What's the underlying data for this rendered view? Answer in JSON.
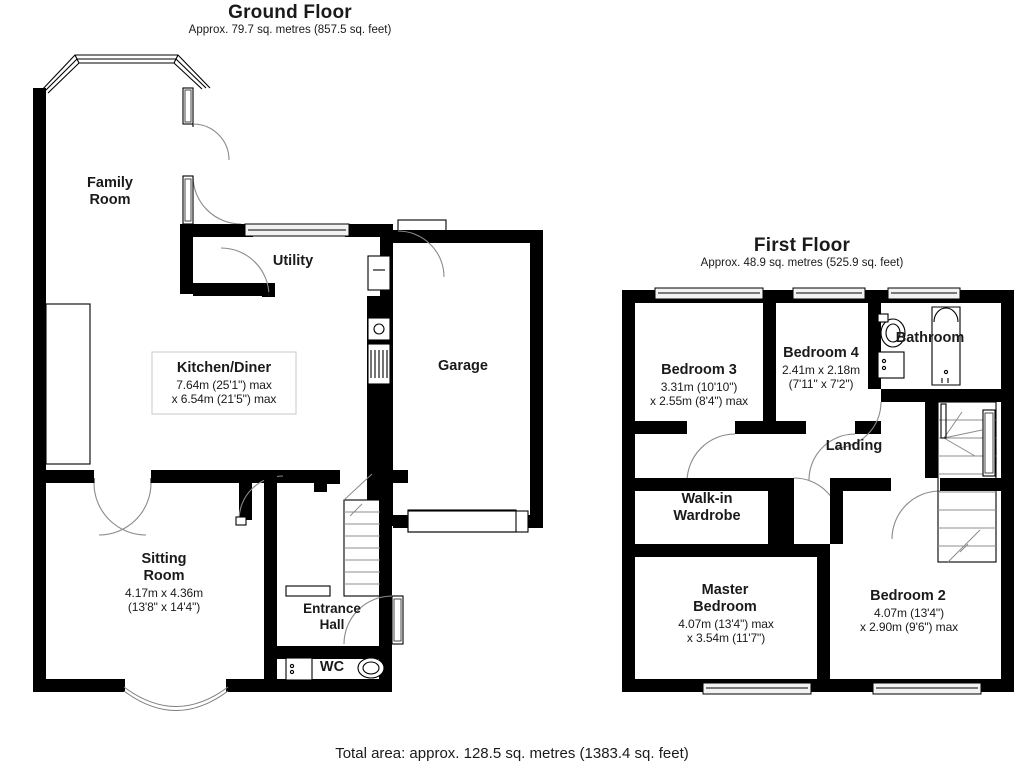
{
  "document": {
    "type": "floor-plan",
    "footer": "Total area: approx. 128.5 sq. metres (1383.4 sq. feet)"
  },
  "floors": [
    {
      "id": "ground",
      "title": "Ground Floor",
      "subtitle": "Approx. 79.7 sq. metres (857.5 sq. feet)",
      "rooms": [
        {
          "id": "family-room",
          "name": "Family\nRoom",
          "dims": ""
        },
        {
          "id": "utility",
          "name": "Utility",
          "dims": ""
        },
        {
          "id": "kitchen-diner",
          "name": "Kitchen/Diner",
          "dims": "7.64m (25'1\") max\nx 6.54m (21'5\") max"
        },
        {
          "id": "garage",
          "name": "Garage",
          "dims": ""
        },
        {
          "id": "sitting-room",
          "name": "Sitting\nRoom",
          "dims": "4.17m x 4.36m\n(13'8\" x 14'4\")"
        },
        {
          "id": "entrance-hall",
          "name": "Entrance\nHall",
          "dims": ""
        },
        {
          "id": "wc",
          "name": "WC",
          "dims": ""
        }
      ]
    },
    {
      "id": "first",
      "title": "First Floor",
      "subtitle": "Approx. 48.9 sq. metres (525.9 sq. feet)",
      "rooms": [
        {
          "id": "bedroom-3",
          "name": "Bedroom 3",
          "dims": "3.31m (10'10\")\nx 2.55m (8'4\") max"
        },
        {
          "id": "bedroom-4",
          "name": "Bedroom 4",
          "dims": "2.41m x 2.18m\n(7'11\" x 7'2\")"
        },
        {
          "id": "bathroom",
          "name": "Bathroom",
          "dims": ""
        },
        {
          "id": "landing",
          "name": "Landing",
          "dims": ""
        },
        {
          "id": "walk-in-wardrobe",
          "name": "Walk-in\nWardrobe",
          "dims": ""
        },
        {
          "id": "master-bedroom",
          "name": "Master\nBedroom",
          "dims": "4.07m (13'4\") max\nx 3.54m (11'7\")"
        },
        {
          "id": "bedroom-2",
          "name": "Bedroom 2",
          "dims": "4.07m (13'4\")\nx 2.90m (9'6\") max"
        }
      ]
    }
  ],
  "colors": {
    "wall": "#000000",
    "background": "#ffffff",
    "text": "#1a1a1a",
    "fixture_outline": "#000000",
    "door_swing": "#8a8a8a"
  }
}
